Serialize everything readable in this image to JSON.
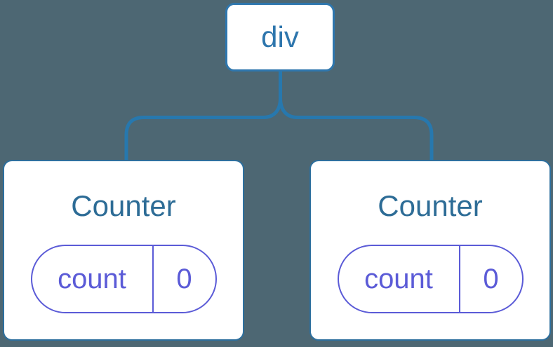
{
  "colors": {
    "bg": "#4d6773",
    "line": "#2778ae",
    "nodeBorder": "#2e76ad",
    "nodeText": "#2e76ad",
    "cardBorder": "#2d6f9e",
    "titleText": "#2d6c96",
    "purple": "#5b5bd7",
    "cardBg": "#ffffff"
  },
  "tree": {
    "root": {
      "label": "div"
    },
    "children": [
      {
        "title": "Counter",
        "state": {
          "key": "count",
          "value": "0"
        }
      },
      {
        "title": "Counter",
        "state": {
          "key": "count",
          "value": "0"
        }
      }
    ]
  }
}
